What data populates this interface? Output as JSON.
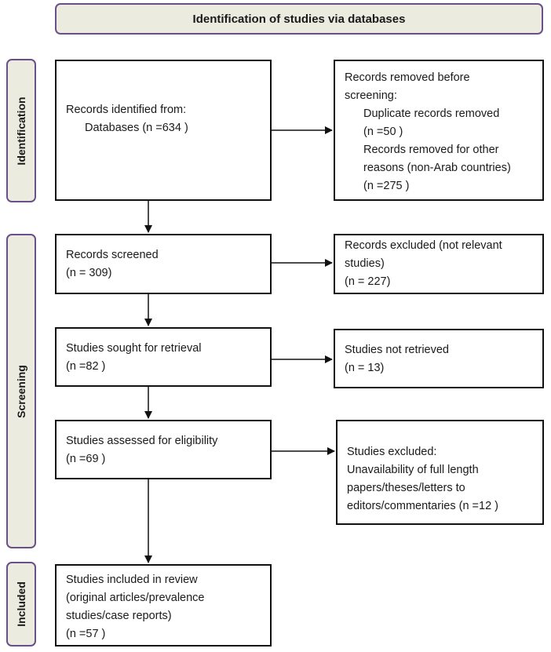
{
  "header": {
    "title": "Identification of studies via databases"
  },
  "phases": {
    "identification": "Identification",
    "screening": "Screening",
    "included": "Included"
  },
  "boxes": {
    "records_identified": {
      "line1": "Records identified from:",
      "line2": "Databases (n =634 )"
    },
    "records_removed": {
      "line1": "Records removed before",
      "line2": "screening:",
      "line3": "Duplicate records removed",
      "line4": "(n =50 )",
      "line5": "Records removed for other",
      "line6": "reasons (non-Arab countries)",
      "line7": "(n =275 )"
    },
    "records_screened": {
      "line1": "Records screened",
      "line2": "(n = 309)"
    },
    "records_excluded": {
      "line1": "Records excluded (not relevant",
      "line2": "studies)",
      "line3": "(n = 227)"
    },
    "sought_retrieval": {
      "line1": "Studies sought for retrieval",
      "line2": "(n =82 )"
    },
    "not_retrieved": {
      "line1": "Studies not retrieved",
      "line2": "(n = 13)"
    },
    "assessed_eligibility": {
      "line1": "Studies assessed for eligibility",
      "line2": "(n =69 )"
    },
    "studies_excluded": {
      "line1": "Studies excluded:",
      "line2": "Unavailability of full length",
      "line3": "papers/theses/letters to",
      "line4": "editors/commentaries (n =12 )"
    },
    "included_review": {
      "line1": "Studies included in review",
      "line2": "(original articles/prevalence",
      "line3": "studies/case reports)",
      "line4": "(n =57 )"
    }
  }
}
